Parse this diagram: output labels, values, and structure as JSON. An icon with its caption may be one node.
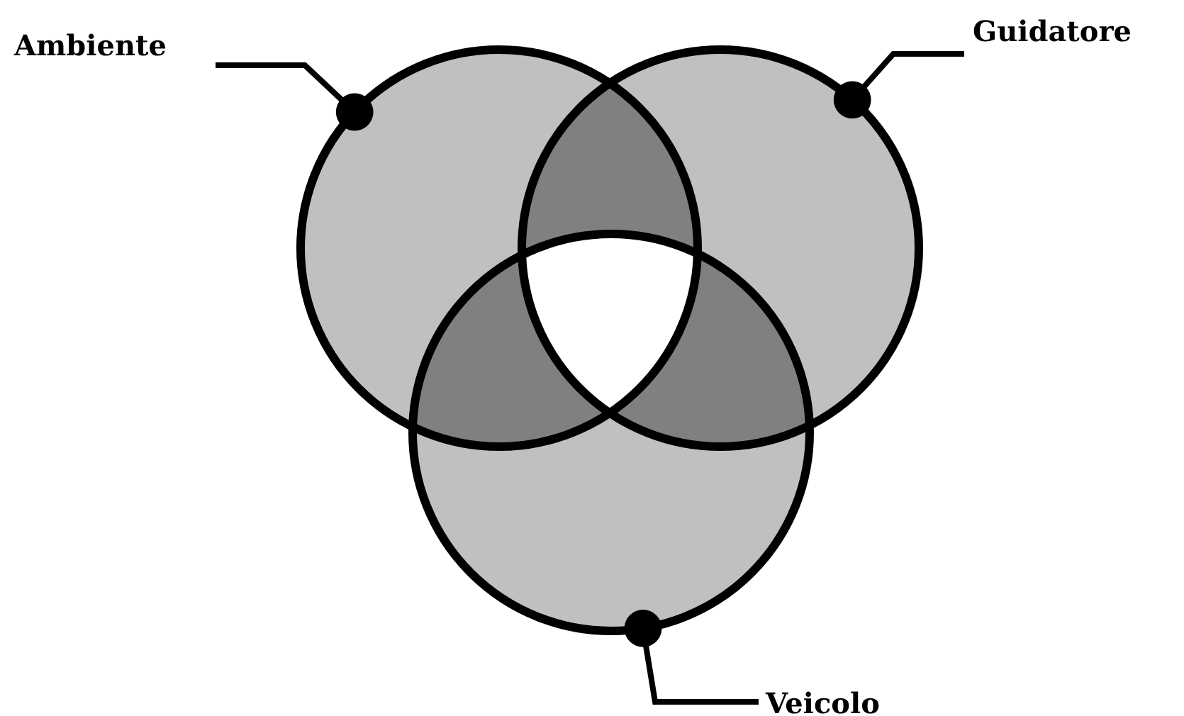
{
  "diagram": {
    "nodes": [
      {
        "text": [
          "Ambiente"
        ]
      },
      {
        "text": [
          "Guidatore"
        ]
      },
      {
        "text": [
          "Veicolo"
        ]
      },
      {
        "text": [],
        "shape": "circle"
      },
      {
        "text": [],
        "shape": "circle"
      },
      {
        "text": [],
        "shape": "circle"
      }
    ],
    "edges": [
      {
        "from": 0,
        "to": 3,
        "arrow": "other"
      },
      {
        "from": 1,
        "to": 4,
        "arrow": "other"
      },
      {
        "from": 2,
        "to": 5,
        "arrow": "other"
      }
    ]
  }
}
